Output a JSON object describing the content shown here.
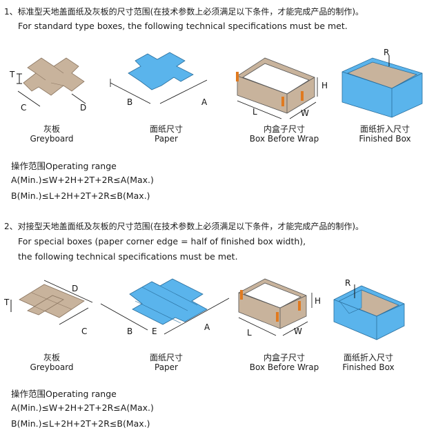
{
  "section1": {
    "heading_cn": "1、标准型天地盖面纸及灰板的尺寸范围(在技术参数上必须满足以下条件，才能完成产品的制作)。",
    "heading_en": "For standard type boxes, the following technical specifications must be met.",
    "captions": [
      {
        "cn": "灰板",
        "en": "Greyboard"
      },
      {
        "cn": "面纸尺寸",
        "en": "Paper"
      },
      {
        "cn": "内盒子尺寸",
        "en": "Box Before Wrap"
      },
      {
        "cn": "面纸折入尺寸",
        "en": "Finished Box"
      }
    ],
    "range_title": "操作范围Operating range",
    "formula_a": "A(Min.)≤W+2H+2T+2R≤A(Max.)",
    "formula_b": "B(Min.)≤L+2H+2T+2R≤B(Max.)"
  },
  "section2": {
    "heading_cn": "2、对接型天地盖面纸及灰板的尺寸范围(在技术参数上必须满足以下条件，才能完成产品的制作)。",
    "heading_en_1": "For special boxes (paper corner edge = half of finished box width),",
    "heading_en_2": "the following technical specifications must be met.",
    "captions": [
      {
        "cn": "灰板",
        "en": "Greyboard"
      },
      {
        "cn": "面纸尺寸",
        "en": "Paper"
      },
      {
        "cn": "内盒子尺寸",
        "en": "Box Before Wrap"
      },
      {
        "cn": "面纸折入尺寸",
        "en": "Finished Box"
      }
    ],
    "range_title": "操作范围Operating range",
    "formula_a": "A(Min.)≤W+2H+2T+2R≤A(Max.)",
    "formula_b": "B(Min.)≤L+2H+2T+2R≤B(Max.)"
  },
  "dimension_labels": {
    "t": "T",
    "c": "C",
    "d": "D",
    "a": "A",
    "b": "B",
    "e": "E",
    "h": "H",
    "l": "L",
    "w": "W",
    "r": "R"
  },
  "colors": {
    "greyboard": "#c8b39c",
    "paper": "#5ab4ec",
    "box_wall": "#c8b39c",
    "corner_tape": "#e07a20",
    "finished": "#5ab4ec"
  }
}
